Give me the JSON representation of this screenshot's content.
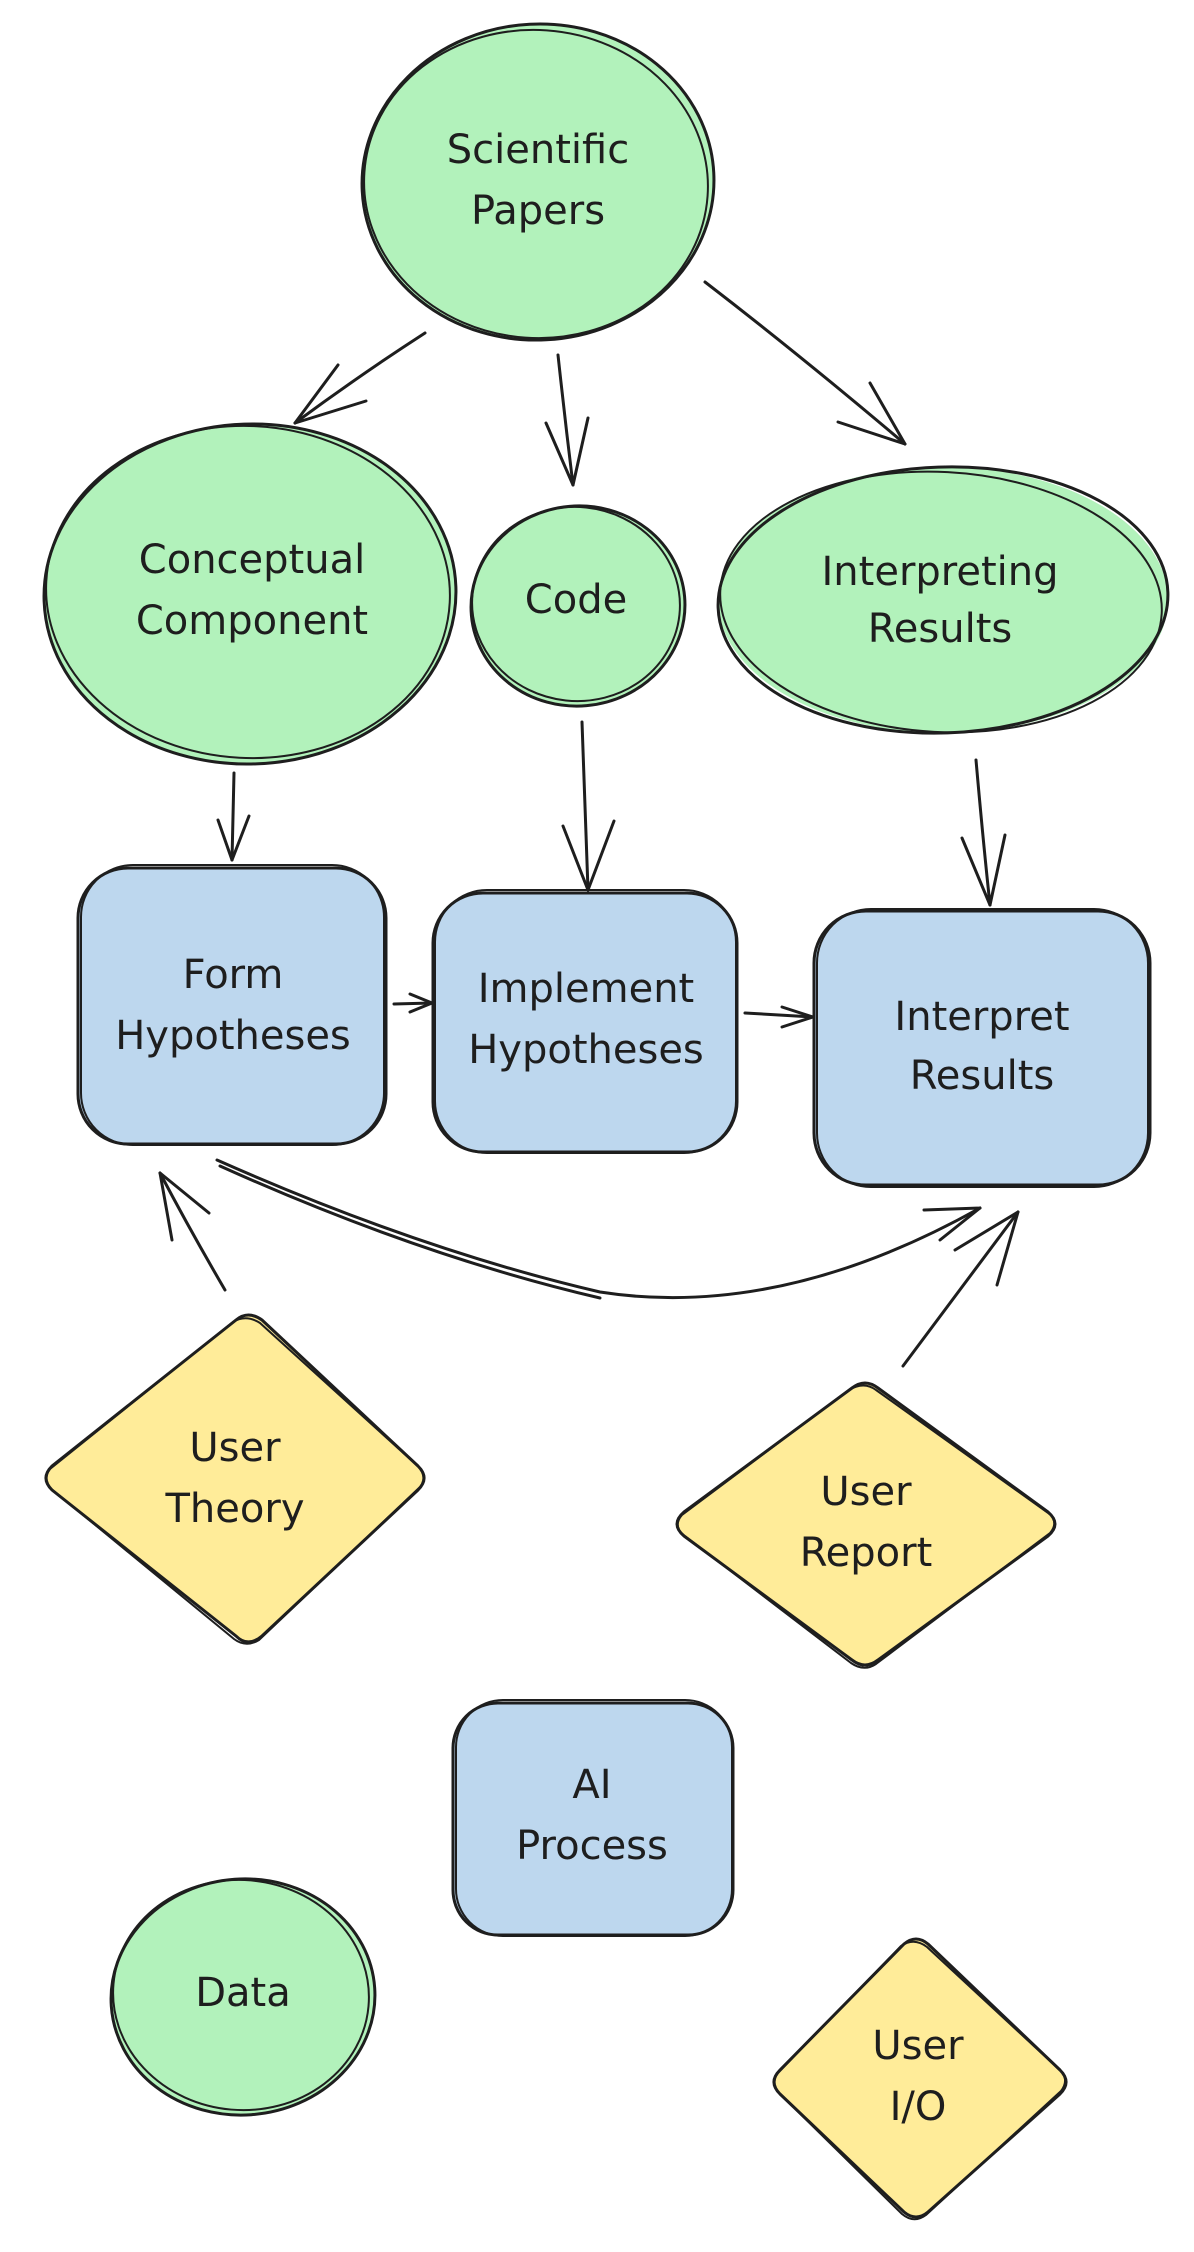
{
  "colors": {
    "data_fill": "#b2f2bb",
    "ai_process_fill": "#bdd7ee",
    "user_io_fill": "#ffec99",
    "stroke": "#1e1e1e"
  },
  "nodes": {
    "scientific_papers": {
      "line1": "Scientific",
      "line2": "Papers",
      "kind": "data"
    },
    "conceptual_component": {
      "line1": "Conceptual",
      "line2": "Component",
      "kind": "data"
    },
    "code": {
      "line1": "Code",
      "kind": "data"
    },
    "interpreting_results": {
      "line1": "Interpreting",
      "line2": "Results",
      "kind": "data"
    },
    "form_hypotheses": {
      "line1": "Form",
      "line2": "Hypotheses",
      "kind": "ai_process"
    },
    "implement_hypotheses": {
      "line1": "Implement",
      "line2": "Hypotheses",
      "kind": "ai_process"
    },
    "interpret_results": {
      "line1": "Interpret",
      "line2": "Results",
      "kind": "ai_process"
    },
    "user_theory": {
      "line1": "User",
      "line2": "Theory",
      "kind": "user_io"
    },
    "user_report": {
      "line1": "User",
      "line2": "Report",
      "kind": "user_io"
    }
  },
  "legend": {
    "ai_process": {
      "line1": "AI",
      "line2": "Process"
    },
    "data": {
      "line1": "Data"
    },
    "user_io": {
      "line1": "User",
      "line2": "I/O"
    }
  },
  "edges": [
    {
      "from": "Scientific Papers",
      "to": "Conceptual Component"
    },
    {
      "from": "Scientific Papers",
      "to": "Code"
    },
    {
      "from": "Scientific Papers",
      "to": "Interpreting Results"
    },
    {
      "from": "Conceptual Component",
      "to": "Form Hypotheses"
    },
    {
      "from": "Code",
      "to": "Implement Hypotheses"
    },
    {
      "from": "Interpreting Results",
      "to": "Interpret Results"
    },
    {
      "from": "Form Hypotheses",
      "to": "Implement Hypotheses"
    },
    {
      "from": "Implement Hypotheses",
      "to": "Interpret Results"
    },
    {
      "from": "Form Hypotheses",
      "to": "Interpret Results"
    },
    {
      "from": "User Theory",
      "to": "Form Hypotheses"
    },
    {
      "from": "User Report",
      "to": "Interpret Results"
    }
  ]
}
